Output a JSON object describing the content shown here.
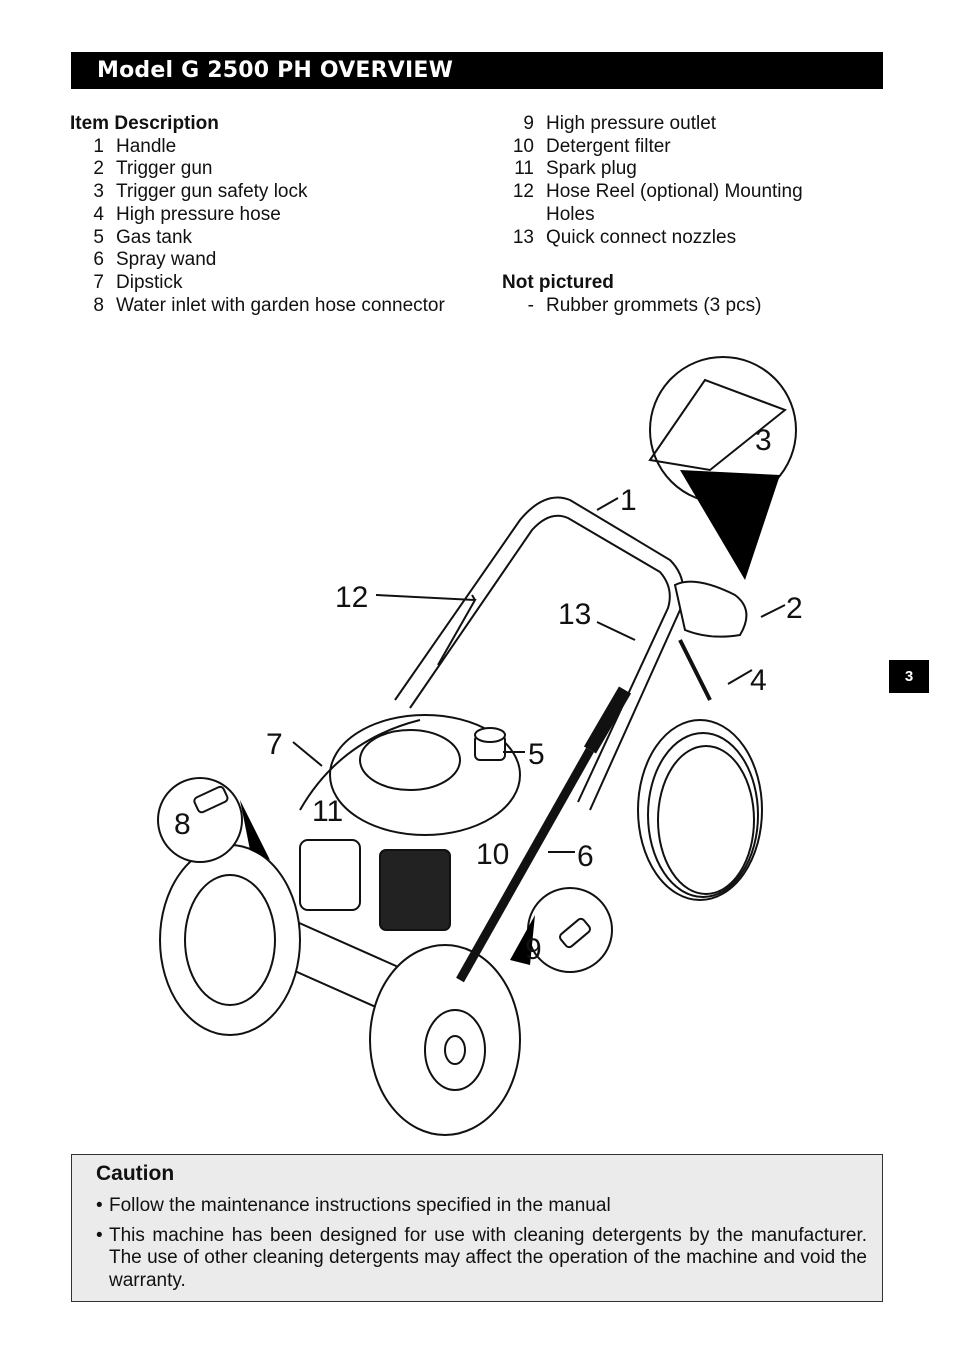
{
  "header": {
    "title": "Model G 2500 PH OVERVIEW"
  },
  "items": {
    "heading": "Item Description",
    "left": [
      {
        "num": "1",
        "label": "Handle"
      },
      {
        "num": "2",
        "label": "Trigger gun"
      },
      {
        "num": "3",
        "label": "Trigger gun safety lock"
      },
      {
        "num": "4",
        "label": "High pressure hose"
      },
      {
        "num": "5",
        "label": "Gas tank"
      },
      {
        "num": "6",
        "label": "Spray wand"
      },
      {
        "num": "7",
        "label": "Dipstick"
      },
      {
        "num": "8",
        "label": "Water inlet with garden hose connector"
      }
    ],
    "right": [
      {
        "num": "9",
        "label": "High pressure outlet"
      },
      {
        "num": "10",
        "label": "Detergent filter"
      },
      {
        "num": "11",
        "label": "Spark plug"
      },
      {
        "num": "12",
        "label": "Hose Reel (optional) Mounting Holes"
      },
      {
        "num": "13",
        "label": "Quick connect nozzles"
      }
    ]
  },
  "not_pictured": {
    "heading": "Not pictured",
    "items": [
      {
        "num": "-",
        "label": "Rubber grommets (3 pcs)"
      }
    ]
  },
  "page_tab": "3",
  "illustration": {
    "callouts": [
      "1",
      "2",
      "3",
      "4",
      "5",
      "6",
      "7",
      "8",
      "9",
      "10",
      "11",
      "12",
      "13"
    ]
  },
  "caution": {
    "heading": "Caution",
    "items": [
      "Follow the maintenance instructions specified in the manual",
      "This machine has been designed for use with cleaning detergents by the manufacturer. The use of other cleaning detergents may affect the operation of the machine and void the warranty."
    ]
  }
}
